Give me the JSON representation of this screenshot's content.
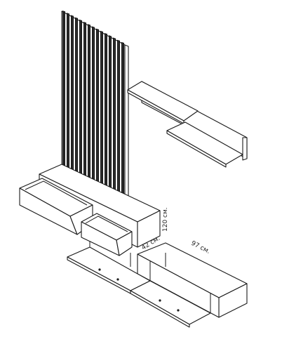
{
  "figure": {
    "items": [
      "slatted-wall-panel",
      "floating-wall-shelf",
      "console-with-two-drawers",
      "low-tv-cabinet-with-flap-doors"
    ]
  },
  "dimensions": {
    "height": "120 см.",
    "depth": "42 см.",
    "width": "97 см."
  }
}
